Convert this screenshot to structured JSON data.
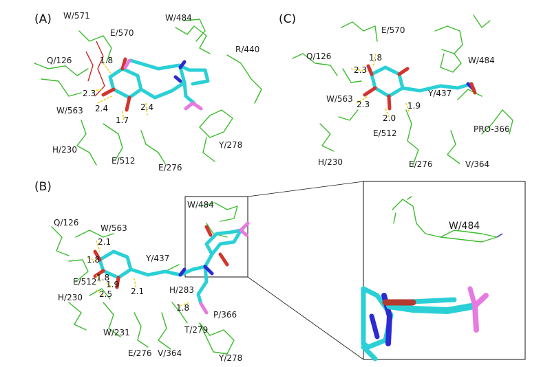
{
  "panels": {
    "A": {
      "label": "(A)",
      "residues": [
        "W/571",
        "E/570",
        "W/484",
        "R/440",
        "Q/126",
        "W/563",
        "H/230",
        "E/512",
        "E/276",
        "Y/278"
      ],
      "distances": [
        "1.8",
        "2.3",
        "2.4",
        "2.4",
        "1.7"
      ]
    },
    "B": {
      "label": "(B)",
      "residues": [
        "Q/126",
        "W/563",
        "Y/437",
        "E/512",
        "H/230",
        "W/231",
        "E/276",
        "V/364",
        "T/279",
        "Y/278",
        "H/283",
        "P/366",
        "W/484"
      ],
      "distances": [
        "2.1",
        "1.8",
        "1.8",
        "1.9",
        "2.5",
        "2.1",
        "1.8"
      ]
    },
    "C": {
      "label": "(C)",
      "residues": [
        "E/570",
        "W/484",
        "Q/126",
        "W/563",
        "Y/437",
        "E/512",
        "PRO-366",
        "H/230",
        "E/276",
        "V/364"
      ],
      "distances": [
        "1.8",
        "2.3",
        "2.3",
        "2.0",
        "1.9"
      ]
    },
    "inset": {
      "residue": "W/484"
    }
  },
  "colors": {
    "carbon_ligand": "#2ad0d6",
    "oxygen": "#d2352e",
    "nitrogen": "#2b2bd1",
    "fluorine": "#e77ae0",
    "protein": "#3bbb2c",
    "hbond": "#e8d21a"
  }
}
